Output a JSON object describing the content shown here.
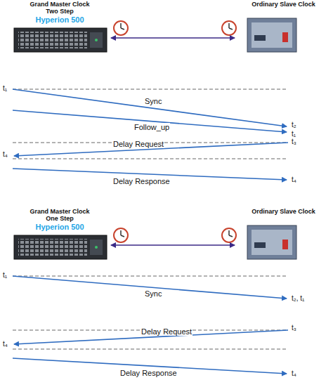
{
  "diagram": {
    "nodes": [
      {
        "text": [
          "Grand Master Clock Two Step",
          "Hyperion 500"
        ]
      },
      {
        "text": [
          "Ordinary Slave Clock"
        ]
      },
      {
        "text": [
          "Grand Master Clock One Step",
          "Hyperion 500"
        ]
      },
      {
        "text": [
          "Ordinary Slave Clock"
        ]
      }
    ],
    "edges": [
      {
        "from": 0,
        "to": 1,
        "arrow": "both"
      },
      {
        "from": 2,
        "to": 3,
        "arrow": "both"
      }
    ],
    "labels": [
      "t₁",
      "Sync",
      "t₂",
      "Follow_up",
      "t₁",
      "t₃",
      "Delay Request",
      "t₄",
      "Delay Response",
      "t₄",
      "t₁",
      "Sync",
      "t₂, t₁",
      "t₃",
      "Delay Request",
      "t₄",
      "Delay Response",
      "t₄"
    ]
  }
}
